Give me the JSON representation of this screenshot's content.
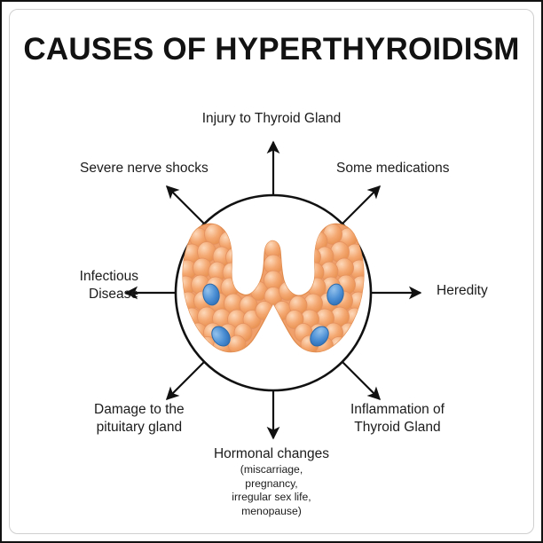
{
  "poster": {
    "title": "CAUSES OF HYPERTHYROIDISM",
    "accent_orange": "#f2a268",
    "accent_orange_dark": "#e07f3c",
    "accent_blue": "#3f86cf",
    "line_color": "#111111",
    "frame_color": "#cfcfcf"
  },
  "center": {
    "illustration_name": "thyroid-gland-illustration",
    "circle_label": "thyroid gland diagram circle"
  },
  "causes": [
    {
      "id": "injury",
      "line1": "Injury to Thyroid Gland",
      "line2": ""
    },
    {
      "id": "nerve",
      "line1": "Severe nerve shocks",
      "line2": ""
    },
    {
      "id": "meds",
      "line1": "Some medications",
      "line2": ""
    },
    {
      "id": "infect",
      "line1": "Infectious",
      "line2": "Disease"
    },
    {
      "id": "heredity",
      "line1": "Heredity",
      "line2": ""
    },
    {
      "id": "damage",
      "line1": "Damage to the",
      "line2": "pituitary gland"
    },
    {
      "id": "inflam",
      "line1": "Inflammation of",
      "line2": "Thyroid Gland"
    },
    {
      "id": "hormonal",
      "line1": "Hormonal changes",
      "sub1": "(miscarriage,",
      "sub2": "pregnancy,",
      "sub3": "irregular sex life,",
      "sub4": "menopause)"
    }
  ]
}
